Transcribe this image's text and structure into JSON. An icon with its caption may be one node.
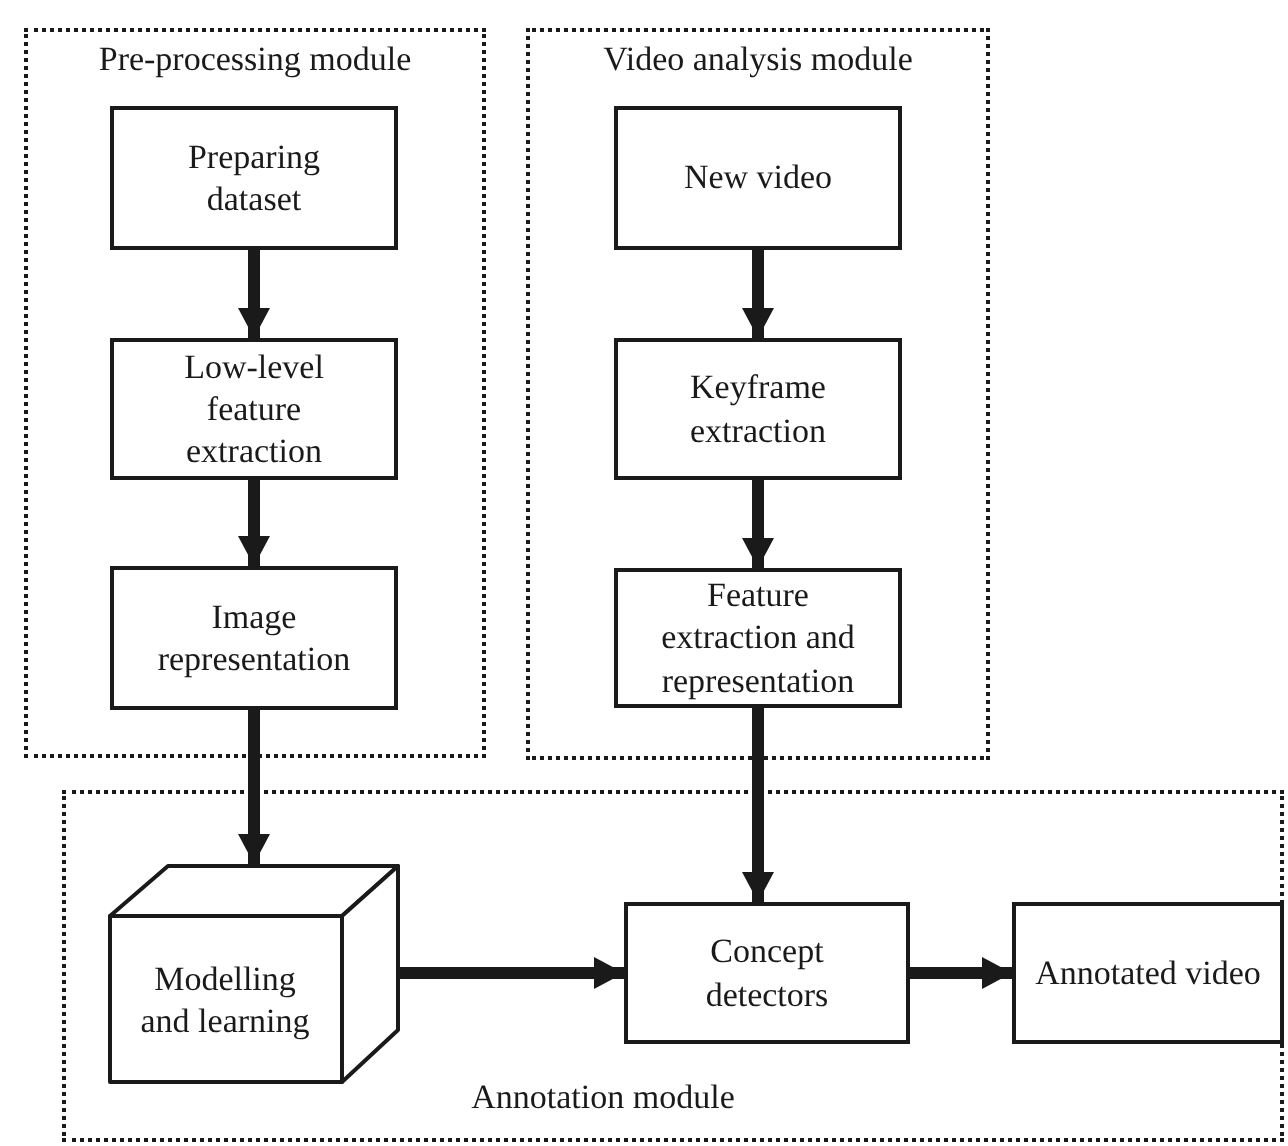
{
  "diagram": {
    "nodes": [
      {
        "text": [
          "Pre-processing module"
        ]
      },
      {
        "text": [
          "Preparing dataset"
        ],
        "in": 0
      },
      {
        "text": [
          "Low-level feature extraction"
        ],
        "in": 0
      },
      {
        "text": [
          "Image representation"
        ],
        "in": 0
      },
      {
        "text": [
          "Video analysis module"
        ]
      },
      {
        "text": [
          "New video"
        ],
        "in": 4
      },
      {
        "text": [
          "Keyframe extraction"
        ],
        "in": 4
      },
      {
        "text": [
          "Feature extraction and representation"
        ],
        "in": 4
      },
      {
        "text": [
          "Annotation module"
        ]
      },
      {
        "text": [
          "Modelling and learning"
        ],
        "in": 8
      },
      {
        "text": [
          "Concept detectors"
        ],
        "in": 8
      },
      {
        "text": [
          "Annotated video"
        ],
        "in": 8
      }
    ],
    "edges": [
      {
        "from": 1,
        "to": 2,
        "arrow": "to"
      },
      {
        "from": 2,
        "to": 3,
        "arrow": "to"
      },
      {
        "from": 3,
        "to": 9,
        "arrow": "to"
      },
      {
        "from": 5,
        "to": 6,
        "arrow": "to"
      },
      {
        "from": 6,
        "to": 7,
        "arrow": "to"
      },
      {
        "from": 7,
        "to": 10,
        "arrow": "to"
      },
      {
        "from": 9,
        "to": 10,
        "arrow": "to"
      },
      {
        "from": 10,
        "to": 11,
        "arrow": "to"
      }
    ]
  }
}
